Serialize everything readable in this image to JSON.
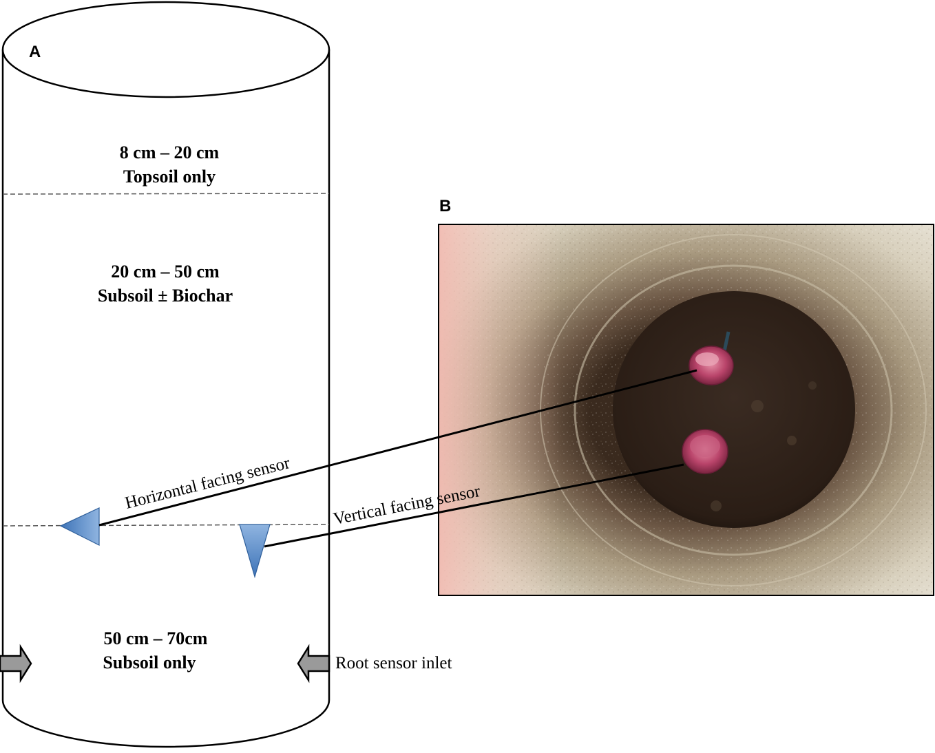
{
  "panels": {
    "a_label": "A",
    "b_label": "B"
  },
  "layers": {
    "top": {
      "depth": "8 cm – 20 cm",
      "material": "Topsoil only"
    },
    "middle": {
      "depth": "20 cm – 50 cm",
      "material": "Subsoil ± Biochar"
    },
    "bottom": {
      "depth": "50 cm – 70cm",
      "material": "Subsoil only"
    }
  },
  "annotations": {
    "horizontal_sensor": "Horizontal facing sensor",
    "vertical_sensor": "Vertical facing sensor",
    "root_inlet": "Root sensor inlet"
  },
  "colors": {
    "sensor_marker": "#4f86c6",
    "inlet_arrow": "#9a9a9a"
  }
}
